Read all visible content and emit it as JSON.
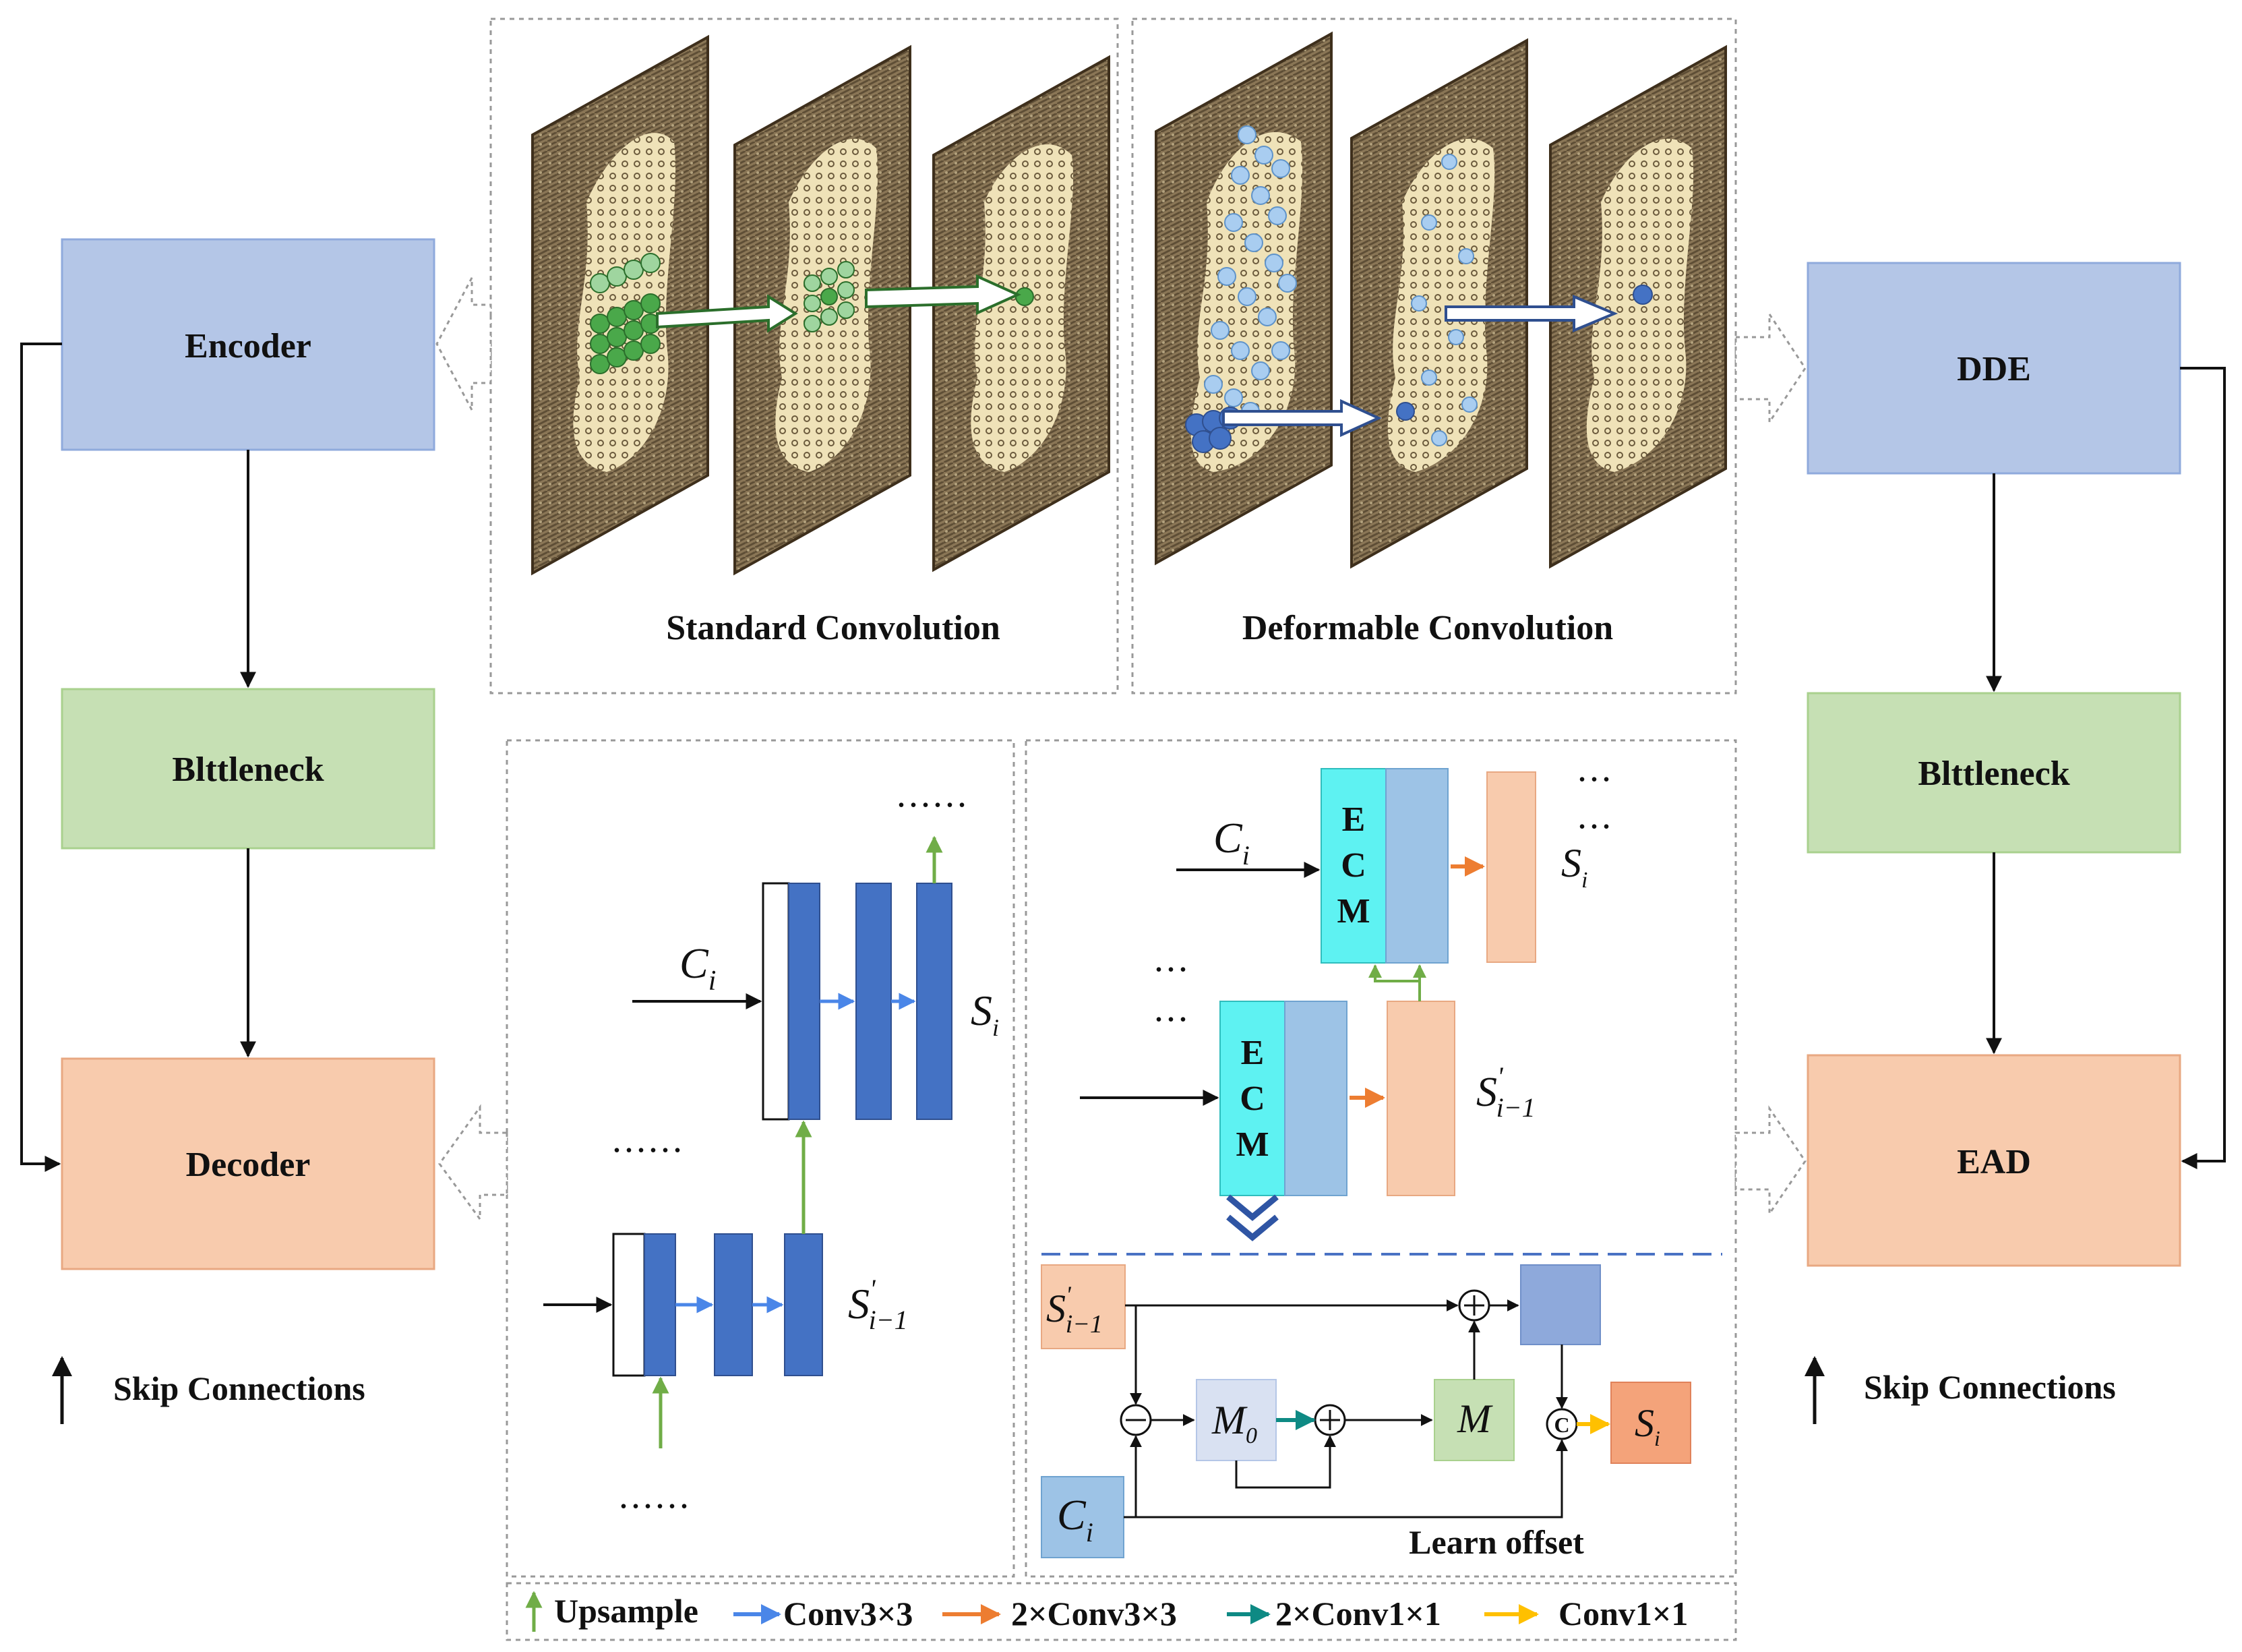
{
  "left": {
    "encoder": "Encoder",
    "bottleneck": "Blttleneck",
    "decoder": "Decoder",
    "skip_label": "Skip Connections"
  },
  "right": {
    "dde": "DDE",
    "bottleneck": "Blttleneck",
    "ead": "EAD",
    "skip_label": "Skip Connections"
  },
  "panels": {
    "standard_conv_title": "Standard Convolution",
    "deformable_conv_title": "Deformable Convolution"
  },
  "decoder_detail": {
    "c_i": "C",
    "c_i_sub": "i",
    "s_i": "S",
    "s_i_sub": "i",
    "s_prev": "S",
    "s_prev_sup": "'",
    "s_prev_sub": "i−1",
    "ellipsis": "......"
  },
  "ead_detail": {
    "ecm_letters": [
      "E",
      "C",
      "M"
    ],
    "c_i": "C",
    "c_i_sub": "i",
    "s_i": "S",
    "s_i_sub": "i",
    "s_prev": "S",
    "s_prev_sup": "'",
    "s_prev_sub": "i−1",
    "m0": "M",
    "m0_sub": "0",
    "m": "M",
    "concat_symbol": "C",
    "learn_offset": "Learn offset",
    "dots": "..."
  },
  "legend": {
    "upsample": "Upsample",
    "conv3": "Conv3×3",
    "two_conv3": "2×Conv3×3",
    "two_conv1": "2×Conv1×1",
    "conv1": "Conv1×1"
  },
  "colors": {
    "encoder_fill": "#b4c6e7",
    "bottleneck_fill": "#c6e0b4",
    "decoder_fill": "#f8cbad",
    "conv_blue": "#4472c4",
    "arrow_blue": "#4a86e8",
    "arrow_orange": "#ed7d31",
    "arrow_teal": "#0e8a84",
    "arrow_yellow": "#ffc000",
    "arrow_green": "#70ad47",
    "ecm_cyan": "#5ef2f2",
    "light_blue": "#9dc3e6",
    "peach": "#f8cbad",
    "m0_fill": "#d9e1f2",
    "m_fill": "#c6e0b4",
    "si_fill": "#f4a37a",
    "ci_fill": "#9dc3e6",
    "top_right_box": "#8ea9db"
  }
}
